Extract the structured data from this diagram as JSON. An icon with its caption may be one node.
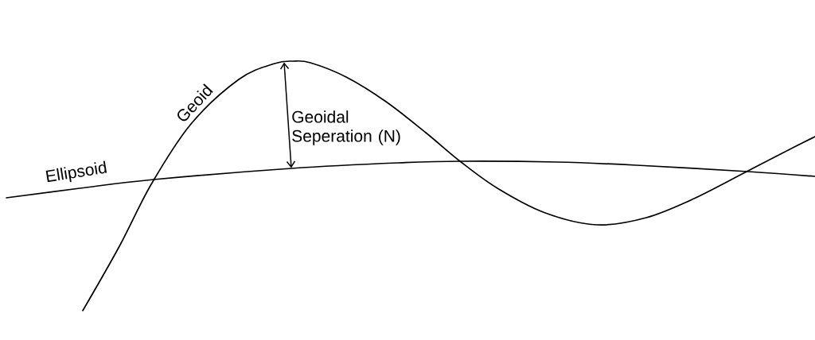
{
  "diagram": {
    "labels": [
      "Geoid",
      "Geoidal Seperation (N)",
      "Ellipsoid"
    ]
  }
}
